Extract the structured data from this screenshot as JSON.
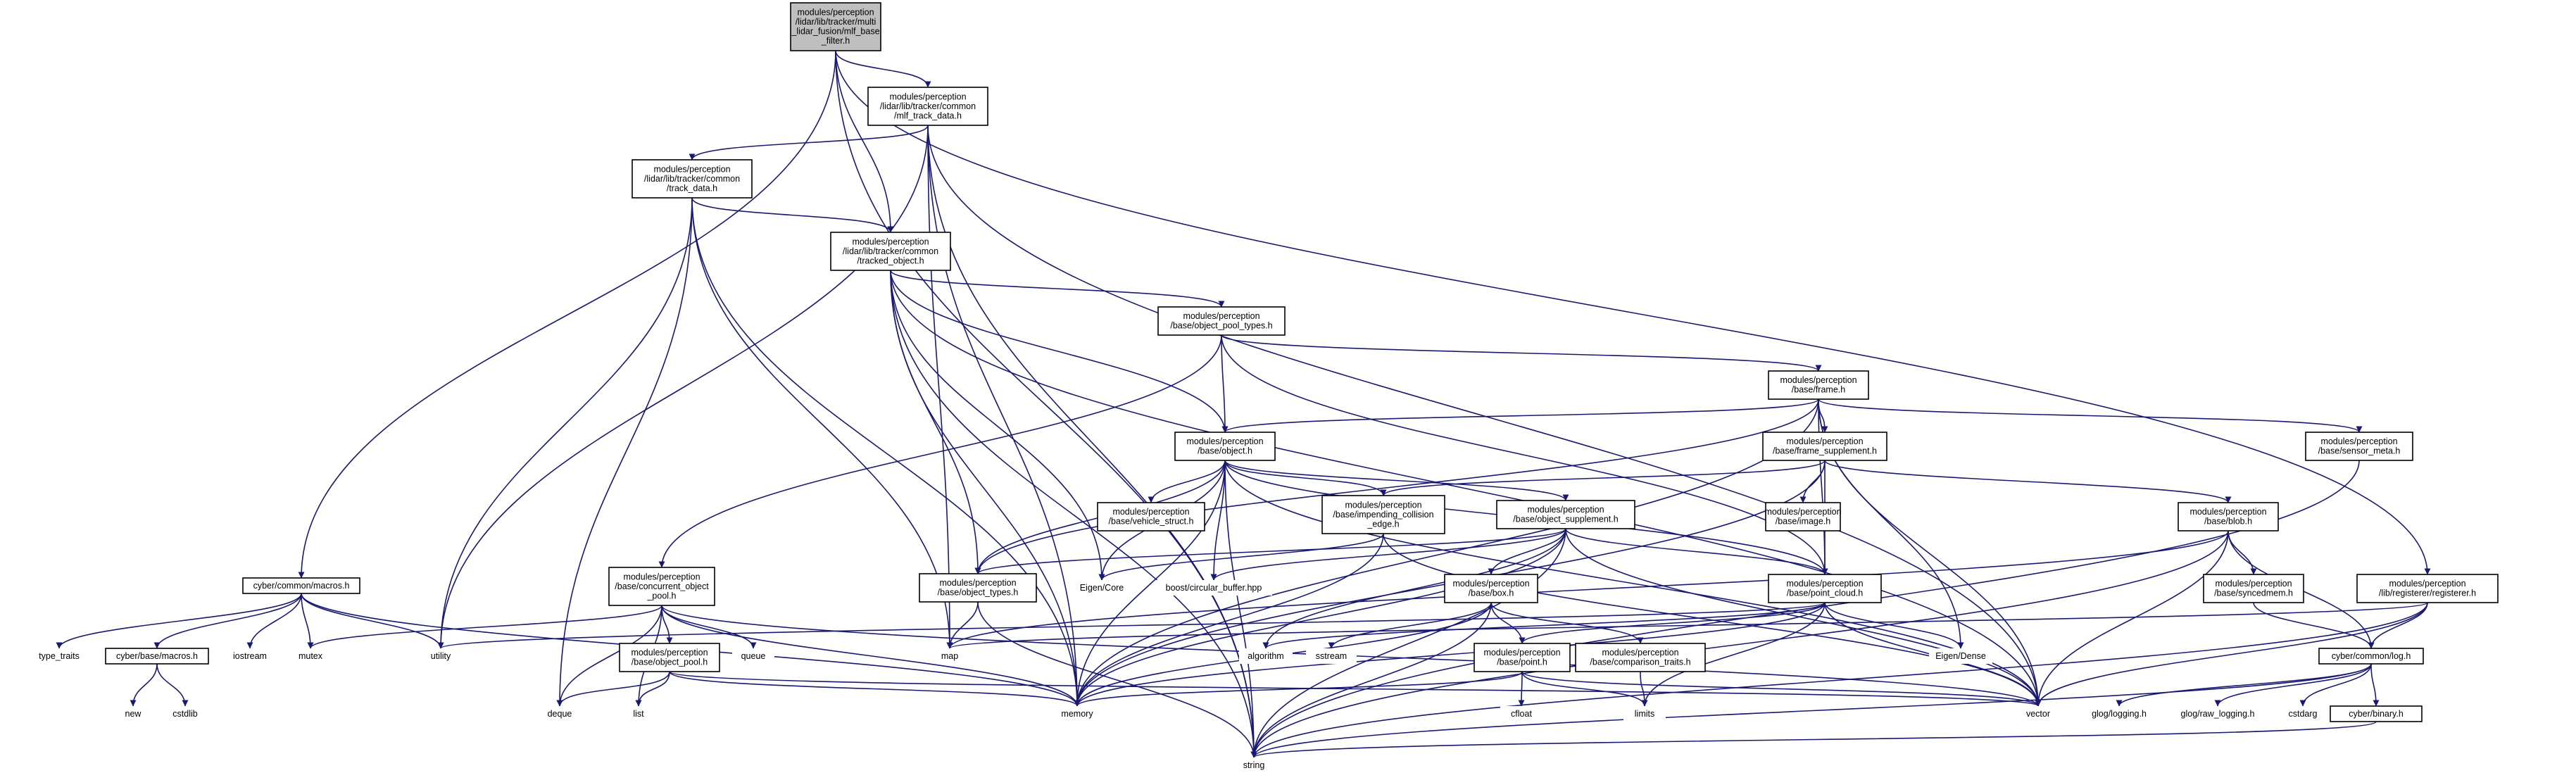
{
  "diagram": {
    "style": {
      "edge_color": "#191970",
      "node_border": "#000000",
      "focus_fill": "#bfbfbf",
      "missing_border": "#ff0000",
      "text_color": "#000000"
    },
    "nodes": [
      {
        "id": "mlf_base_filter",
        "lines": [
          "modules/perception",
          "/lidar/lib/tracker/multi",
          "_lidar_fusion/mlf_base",
          "_filter.h"
        ],
        "kind": "focus"
      },
      {
        "id": "mlf_track_data",
        "lines": [
          "modules/perception",
          "/lidar/lib/tracker/common",
          "/mlf_track_data.h"
        ],
        "kind": "box"
      },
      {
        "id": "track_data",
        "lines": [
          "modules/perception",
          "/lidar/lib/tracker/common",
          "/track_data.h"
        ],
        "kind": "box"
      },
      {
        "id": "tracked_object",
        "lines": [
          "modules/perception",
          "/lidar/lib/tracker/common",
          "/tracked_object.h"
        ],
        "kind": "box"
      },
      {
        "id": "object_pool_types",
        "lines": [
          "modules/perception",
          "/base/object_pool_types.h"
        ],
        "kind": "box"
      },
      {
        "id": "frame",
        "lines": [
          "modules/perception",
          "/base/frame.h"
        ],
        "kind": "box"
      },
      {
        "id": "object",
        "lines": [
          "modules/perception",
          "/base/object.h"
        ],
        "kind": "box"
      },
      {
        "id": "frame_supplement",
        "lines": [
          "modules/perception",
          "/base/frame_supplement.h"
        ],
        "kind": "box"
      },
      {
        "id": "sensor_meta",
        "lines": [
          "modules/perception",
          "/base/sensor_meta.h"
        ],
        "kind": "box"
      },
      {
        "id": "vehicle_struct",
        "lines": [
          "modules/perception",
          "/base/vehicle_struct.h"
        ],
        "kind": "box"
      },
      {
        "id": "image",
        "lines": [
          "modules/perception",
          "/base/image.h"
        ],
        "kind": "missing"
      },
      {
        "id": "blob",
        "lines": [
          "modules/perception",
          "/base/blob.h"
        ],
        "kind": "box"
      },
      {
        "id": "impending_collision_edge",
        "lines": [
          "modules/perception",
          "/base/impending_collision",
          "_edge.h"
        ],
        "kind": "box"
      },
      {
        "id": "object_supplement",
        "lines": [
          "modules/perception",
          "/base/object_supplement.h"
        ],
        "kind": "box"
      },
      {
        "id": "cyber_macros",
        "lines": [
          "cyber/common/macros.h"
        ],
        "kind": "box"
      },
      {
        "id": "concurrent_object_pool",
        "lines": [
          "modules/perception",
          "/base/concurrent_object",
          "_pool.h"
        ],
        "kind": "box"
      },
      {
        "id": "object_types",
        "lines": [
          "modules/perception",
          "/base/object_types.h"
        ],
        "kind": "box"
      },
      {
        "id": "eigen_core",
        "lines": [
          "Eigen/Core"
        ],
        "kind": "plain"
      },
      {
        "id": "circular_buffer",
        "lines": [
          "boost/circular_buffer.hpp"
        ],
        "kind": "plain"
      },
      {
        "id": "box",
        "lines": [
          "modules/perception",
          "/base/box.h"
        ],
        "kind": "box"
      },
      {
        "id": "point_cloud",
        "lines": [
          "modules/perception",
          "/base/point_cloud.h"
        ],
        "kind": "box"
      },
      {
        "id": "syncedmem",
        "lines": [
          "modules/perception",
          "/base/syncedmem.h"
        ],
        "kind": "missing"
      },
      {
        "id": "registerer",
        "lines": [
          "modules/perception",
          "/lib/registerer/registerer.h"
        ],
        "kind": "box"
      },
      {
        "id": "type_traits",
        "lines": [
          "type_traits"
        ],
        "kind": "plain"
      },
      {
        "id": "cyber_base_macros",
        "lines": [
          "cyber/base/macros.h"
        ],
        "kind": "box"
      },
      {
        "id": "iostream",
        "lines": [
          "iostream"
        ],
        "kind": "plain"
      },
      {
        "id": "mutex",
        "lines": [
          "mutex"
        ],
        "kind": "plain"
      },
      {
        "id": "utility",
        "lines": [
          "utility"
        ],
        "kind": "plain"
      },
      {
        "id": "object_pool",
        "lines": [
          "modules/perception",
          "/base/object_pool.h"
        ],
        "kind": "box"
      },
      {
        "id": "queue",
        "lines": [
          "queue"
        ],
        "kind": "plain"
      },
      {
        "id": "map",
        "lines": [
          "map"
        ],
        "kind": "plain"
      },
      {
        "id": "algorithm",
        "lines": [
          "algorithm"
        ],
        "kind": "plain"
      },
      {
        "id": "sstream",
        "lines": [
          "sstream"
        ],
        "kind": "plain"
      },
      {
        "id": "point",
        "lines": [
          "modules/perception",
          "/base/point.h"
        ],
        "kind": "box"
      },
      {
        "id": "comparison_traits",
        "lines": [
          "modules/perception",
          "/base/comparison_traits.h"
        ],
        "kind": "box"
      },
      {
        "id": "eigen_dense",
        "lines": [
          "Eigen/Dense"
        ],
        "kind": "plain"
      },
      {
        "id": "cyber_log",
        "lines": [
          "cyber/common/log.h"
        ],
        "kind": "box"
      },
      {
        "id": "new",
        "lines": [
          "new"
        ],
        "kind": "plain"
      },
      {
        "id": "cstdlib",
        "lines": [
          "cstdlib"
        ],
        "kind": "plain"
      },
      {
        "id": "deque",
        "lines": [
          "deque"
        ],
        "kind": "plain"
      },
      {
        "id": "list",
        "lines": [
          "list"
        ],
        "kind": "plain"
      },
      {
        "id": "memory",
        "lines": [
          "memory"
        ],
        "kind": "plain"
      },
      {
        "id": "cfloat",
        "lines": [
          "cfloat"
        ],
        "kind": "plain"
      },
      {
        "id": "limits",
        "lines": [
          "limits"
        ],
        "kind": "plain"
      },
      {
        "id": "vector",
        "lines": [
          "vector"
        ],
        "kind": "plain"
      },
      {
        "id": "glog_logging",
        "lines": [
          "glog/logging.h"
        ],
        "kind": "plain"
      },
      {
        "id": "glog_raw_logging",
        "lines": [
          "glog/raw_logging.h"
        ],
        "kind": "plain"
      },
      {
        "id": "cstdarg",
        "lines": [
          "cstdarg"
        ],
        "kind": "plain"
      },
      {
        "id": "cyber_binary",
        "lines": [
          "cyber/binary.h"
        ],
        "kind": "box"
      },
      {
        "id": "string",
        "lines": [
          "string"
        ],
        "kind": "plain"
      }
    ],
    "edges": [
      [
        "mlf_base_filter",
        "mlf_track_data"
      ],
      [
        "mlf_base_filter",
        "tracked_object"
      ],
      [
        "mlf_base_filter",
        "cyber_macros"
      ],
      [
        "mlf_base_filter",
        "registerer"
      ],
      [
        "mlf_base_filter",
        "string"
      ],
      [
        "mlf_track_data",
        "track_data"
      ],
      [
        "mlf_track_data",
        "utility"
      ],
      [
        "mlf_track_data",
        "map"
      ],
      [
        "mlf_track_data",
        "vector"
      ],
      [
        "mlf_track_data",
        "string"
      ],
      [
        "mlf_track_data",
        "memory"
      ],
      [
        "track_data",
        "tracked_object"
      ],
      [
        "track_data",
        "utility"
      ],
      [
        "track_data",
        "deque"
      ],
      [
        "track_data",
        "map"
      ],
      [
        "track_data",
        "memory"
      ],
      [
        "tracked_object",
        "object_pool_types"
      ],
      [
        "tracked_object",
        "object"
      ],
      [
        "tracked_object",
        "object_types"
      ],
      [
        "tracked_object",
        "eigen_core"
      ],
      [
        "tracked_object",
        "memory"
      ],
      [
        "tracked_object",
        "vector"
      ],
      [
        "tracked_object",
        "string"
      ],
      [
        "object_pool_types",
        "frame"
      ],
      [
        "object_pool_types",
        "object"
      ],
      [
        "object_pool_types",
        "concurrent_object_pool"
      ],
      [
        "object_pool_types",
        "point_cloud"
      ],
      [
        "frame",
        "frame_supplement"
      ],
      [
        "frame",
        "sensor_meta"
      ],
      [
        "frame",
        "object"
      ],
      [
        "frame",
        "object_types"
      ],
      [
        "frame",
        "point_cloud"
      ],
      [
        "frame",
        "eigen_dense"
      ],
      [
        "frame",
        "vector"
      ],
      [
        "frame",
        "memory"
      ],
      [
        "object",
        "vehicle_struct"
      ],
      [
        "object",
        "impending_collision_edge"
      ],
      [
        "object",
        "object_supplement"
      ],
      [
        "object",
        "object_types"
      ],
      [
        "object",
        "eigen_core"
      ],
      [
        "object",
        "circular_buffer"
      ],
      [
        "object",
        "point_cloud"
      ],
      [
        "object",
        "memory"
      ],
      [
        "object",
        "vector"
      ],
      [
        "object",
        "string"
      ],
      [
        "frame_supplement",
        "image"
      ],
      [
        "frame_supplement",
        "blob"
      ],
      [
        "frame_supplement",
        "point_cloud"
      ],
      [
        "frame_supplement",
        "impending_collision_edge"
      ],
      [
        "frame_supplement",
        "memory"
      ],
      [
        "sensor_meta",
        "string"
      ],
      [
        "blob",
        "syncedmem"
      ],
      [
        "blob",
        "cyber_log"
      ],
      [
        "blob",
        "vector"
      ],
      [
        "blob",
        "string"
      ],
      [
        "blob",
        "map"
      ],
      [
        "impending_collision_edge",
        "eigen_core"
      ],
      [
        "impending_collision_edge",
        "memory"
      ],
      [
        "impending_collision_edge",
        "vector"
      ],
      [
        "object_supplement",
        "box"
      ],
      [
        "object_supplement",
        "point_cloud"
      ],
      [
        "object_supplement",
        "object_types"
      ],
      [
        "object_supplement",
        "circular_buffer"
      ],
      [
        "object_supplement",
        "algorithm"
      ],
      [
        "object_supplement",
        "memory"
      ],
      [
        "object_supplement",
        "string"
      ],
      [
        "object_supplement",
        "vector"
      ],
      [
        "cyber_macros",
        "type_traits"
      ],
      [
        "cyber_macros",
        "cyber_base_macros"
      ],
      [
        "cyber_macros",
        "iostream"
      ],
      [
        "cyber_macros",
        "mutex"
      ],
      [
        "cyber_macros",
        "utility"
      ],
      [
        "cyber_macros",
        "memory"
      ],
      [
        "concurrent_object_pool",
        "object_pool"
      ],
      [
        "concurrent_object_pool",
        "queue"
      ],
      [
        "concurrent_object_pool",
        "deque"
      ],
      [
        "concurrent_object_pool",
        "list"
      ],
      [
        "concurrent_object_pool",
        "mutex"
      ],
      [
        "concurrent_object_pool",
        "memory"
      ],
      [
        "concurrent_object_pool",
        "vector"
      ],
      [
        "object_types",
        "map"
      ],
      [
        "object_types",
        "string"
      ],
      [
        "box",
        "point"
      ],
      [
        "box",
        "comparison_traits"
      ],
      [
        "box",
        "sstream"
      ],
      [
        "box",
        "memory"
      ],
      [
        "box",
        "string"
      ],
      [
        "point_cloud",
        "point"
      ],
      [
        "point_cloud",
        "eigen_dense"
      ],
      [
        "point_cloud",
        "limits"
      ],
      [
        "point_cloud",
        "vector"
      ],
      [
        "point_cloud",
        "memory"
      ],
      [
        "point_cloud",
        "algorithm"
      ],
      [
        "point_cloud",
        "utility"
      ],
      [
        "syncedmem",
        "cyber_log"
      ],
      [
        "registerer",
        "cyber_log"
      ],
      [
        "registerer",
        "map"
      ],
      [
        "registerer",
        "string"
      ],
      [
        "registerer",
        "vector"
      ],
      [
        "cyber_base_macros",
        "new"
      ],
      [
        "cyber_base_macros",
        "cstdlib"
      ],
      [
        "object_pool",
        "deque"
      ],
      [
        "object_pool",
        "list"
      ],
      [
        "object_pool",
        "memory"
      ],
      [
        "object_pool",
        "vector"
      ],
      [
        "point",
        "cfloat"
      ],
      [
        "point",
        "limits"
      ],
      [
        "point",
        "memory"
      ],
      [
        "point",
        "vector"
      ],
      [
        "comparison_traits",
        "limits"
      ],
      [
        "cyber_log",
        "glog_logging"
      ],
      [
        "cyber_log",
        "glog_raw_logging"
      ],
      [
        "cyber_log",
        "cstdarg"
      ],
      [
        "cyber_log",
        "cyber_binary"
      ],
      [
        "cyber_log",
        "string"
      ],
      [
        "cyber_binary",
        "string"
      ]
    ]
  }
}
